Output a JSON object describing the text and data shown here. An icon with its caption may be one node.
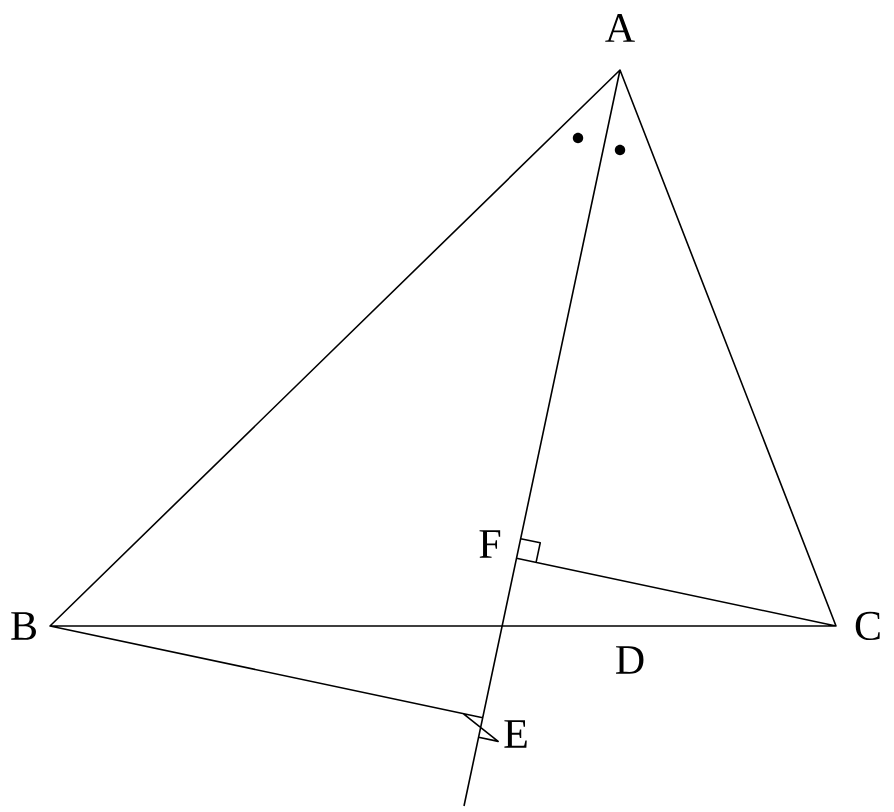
{
  "diagram": {
    "labels": [
      "A",
      "F",
      "B",
      "D",
      "C",
      "E"
    ]
  }
}
